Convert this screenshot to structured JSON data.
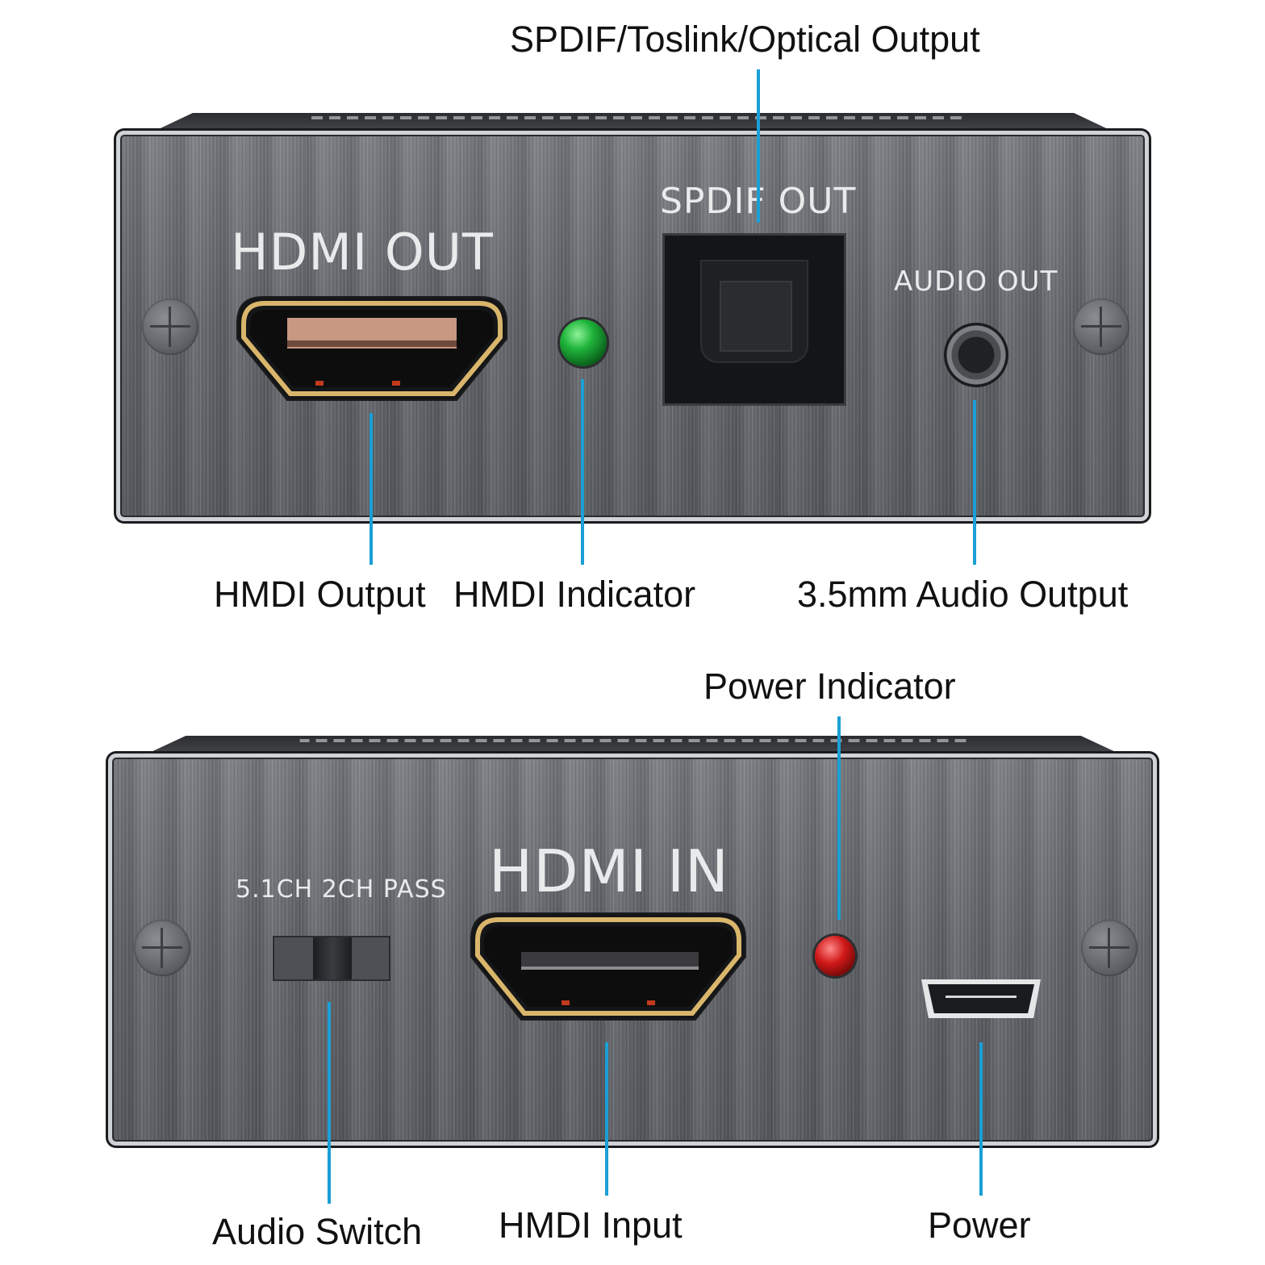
{
  "callouts": {
    "spdif_output": "SPDIF/Toslink/Optical Output",
    "hdmi_output": "HMDI Output",
    "hdmi_indicator": "HMDI Indicator",
    "audio_output": "3.5mm Audio Output",
    "power_indicator": "Power Indicator",
    "audio_switch": "Audio Switch",
    "hdmi_input": "HMDI Input",
    "power": "Power"
  },
  "front_panel": {
    "hdmi_out_label": "HDMI OUT",
    "spdif_out_label": "SPDIF OUT",
    "audio_out_label": "AUDIO OUT",
    "led_color": "#1fb43a"
  },
  "back_panel": {
    "hdmi_in_label": "HDMI IN",
    "switch_label": "5.1CH 2CH PASS",
    "led_color": "#d01818"
  },
  "colors": {
    "leader_line": "#1b9fd6",
    "hdmi_gold": "#d9b66b",
    "panel_metal": "#6a6d72"
  }
}
